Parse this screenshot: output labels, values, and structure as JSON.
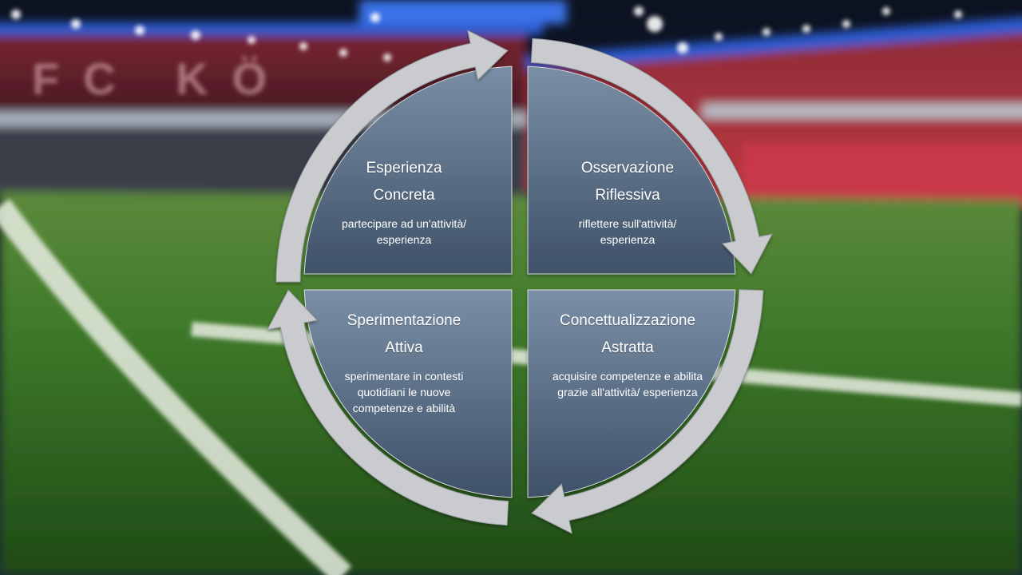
{
  "colors": {
    "quadrant_top": "#7a8fa6",
    "quadrant_bottom": "#3e5168",
    "arrow": "#c9cbce",
    "arrow_edge": "#9a9da2",
    "text": "#ffffff"
  },
  "background": {
    "stand_left_letters": "FC KÖ"
  },
  "cycle": {
    "quadrants": [
      {
        "id": "top-left",
        "title_line1": "Esperienza",
        "title_line2": "Concreta",
        "description": "partecipare ad un'attività/ esperienza"
      },
      {
        "id": "top-right",
        "title_line1": "Osservazione",
        "title_line2": "Riflessiva",
        "description": "riflettere sull'attività/ esperienza"
      },
      {
        "id": "bottom-right",
        "title_line1": "Concettualizzazione",
        "title_line2": "Astratta",
        "description": "acquisire competenze e abilita grazie all'attività/ esperienza"
      },
      {
        "id": "bottom-left",
        "title_line1": "Sperimentazione",
        "title_line2": "Attiva",
        "description": "sperimentare in contesti quotidiani le nuove competenze e abilità"
      }
    ],
    "arrow_direction": "clockwise"
  }
}
